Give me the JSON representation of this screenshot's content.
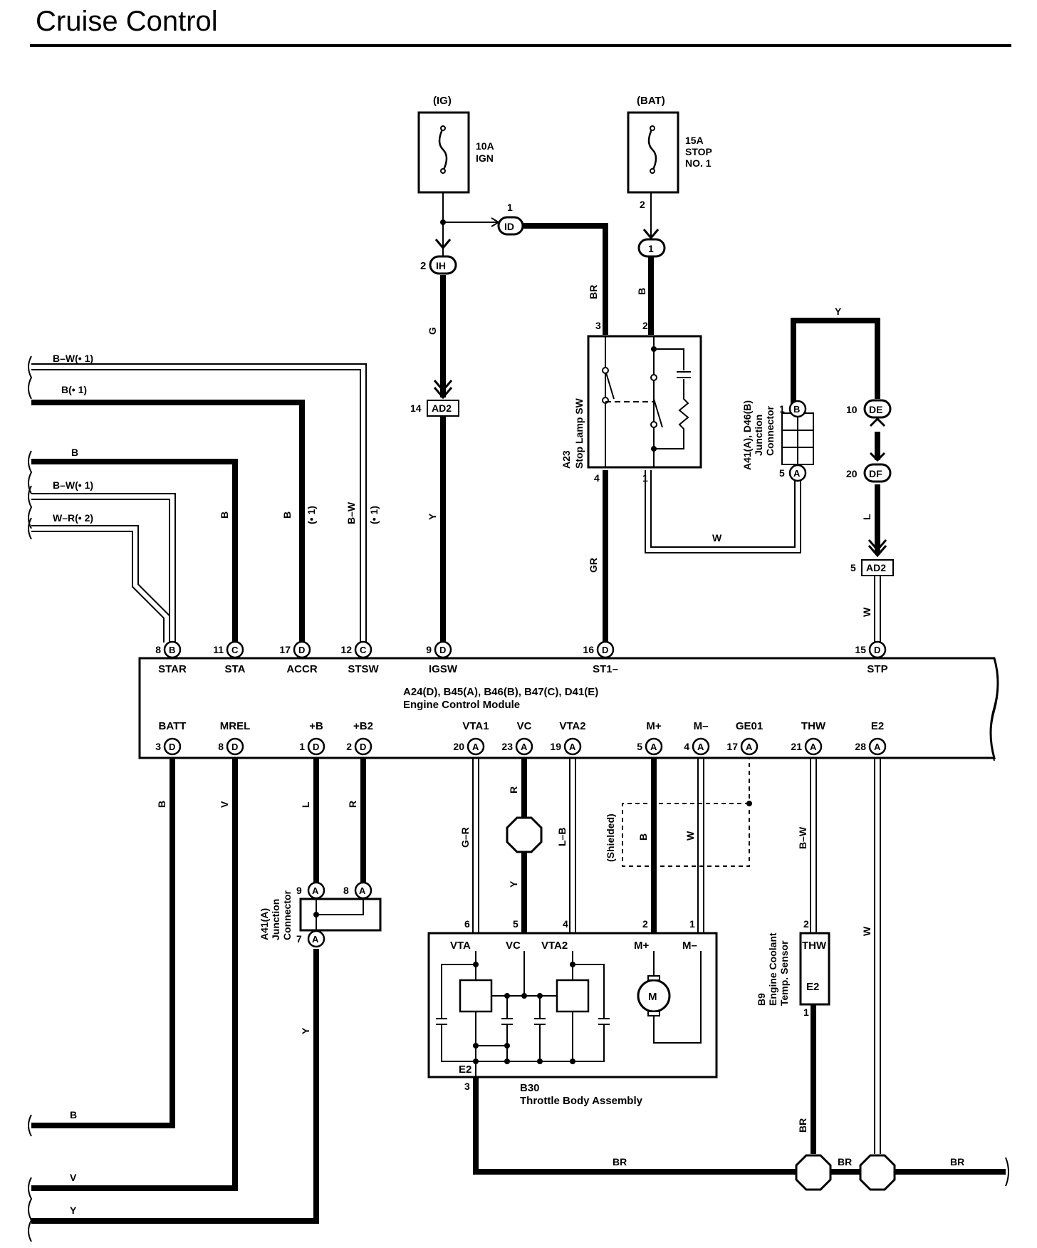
{
  "title": "Cruise Control",
  "sources": {
    "ig": "(IG)",
    "bat": "(BAT)",
    "fuse_ign_a": "10A",
    "fuse_ign_b": "IGN",
    "fuse_stop_a": "15A",
    "fuse_stop_b": "STOP",
    "fuse_stop_c": "NO. 1"
  },
  "connectors": {
    "id_pin": "1",
    "id": "ID",
    "ih_pin": "2",
    "ih": "IH",
    "one_pin": "2",
    "one": "1",
    "ad2_top_pin": "14",
    "ad2_top": "AD2",
    "ad2_right_pin": "5",
    "ad2_right": "AD2",
    "de_pin": "10",
    "de": "DE",
    "df_pin": "20",
    "df": "DF"
  },
  "wire_colors": {
    "g": "G",
    "y_ig": "Y",
    "br_top": "BR",
    "b_stop": "B",
    "gr": "GR",
    "w_stop": "W",
    "y_loop": "Y",
    "l_right": "L",
    "w_stp": "W",
    "b_sta": "B",
    "b_accr": "B",
    "accr_note": "(• 1)",
    "bw_stsw": "B–W",
    "stsw_note": "(• 1)"
  },
  "left_harness": [
    {
      "label": "B–W(• 1)"
    },
    {
      "label": "B(• 1)"
    },
    {
      "label": "B"
    },
    {
      "label": "B–W(• 1)"
    },
    {
      "label": "W–R(• 2)"
    }
  ],
  "stop_lamp_sw": {
    "code": "A23",
    "name": "Stop Lamp SW",
    "pin3": "3",
    "pin2": "2",
    "pin4": "4",
    "pin1": "1"
  },
  "jc_top": {
    "code": "A41(A), D46(B)",
    "name1": "Junction",
    "name2": "Connector",
    "pin_b_num": "1",
    "pin_b": "B",
    "pin_a_num": "5",
    "pin_a": "A"
  },
  "ecm": {
    "codes": "A24(D), B45(A), B46(B), B47(C), D41(E)",
    "name": "Engine Control Module",
    "top_pins": [
      {
        "num": "8",
        "conn": "B",
        "name": "STAR"
      },
      {
        "num": "11",
        "conn": "C",
        "name": "STA"
      },
      {
        "num": "17",
        "conn": "D",
        "name": "ACCR"
      },
      {
        "num": "12",
        "conn": "C",
        "name": "STSW"
      },
      {
        "num": "9",
        "conn": "D",
        "name": "IGSW"
      },
      {
        "num": "16",
        "conn": "D",
        "name": "ST1–"
      },
      {
        "num": "15",
        "conn": "D",
        "name": "STP"
      }
    ],
    "bottom_pins": [
      {
        "num": "3",
        "conn": "D",
        "name": "BATT"
      },
      {
        "num": "8",
        "conn": "D",
        "name": "MREL"
      },
      {
        "num": "1",
        "conn": "D",
        "name": "+B"
      },
      {
        "num": "2",
        "conn": "D",
        "name": "+B2"
      },
      {
        "num": "20",
        "conn": "A",
        "name": "VTA1"
      },
      {
        "num": "23",
        "conn": "A",
        "name": "VC"
      },
      {
        "num": "19",
        "conn": "A",
        "name": "VTA2"
      },
      {
        "num": "5",
        "conn": "A",
        "name": "M+"
      },
      {
        "num": "4",
        "conn": "A",
        "name": "M–"
      },
      {
        "num": "17",
        "conn": "A",
        "name": "GE01"
      },
      {
        "num": "21",
        "conn": "A",
        "name": "THW"
      },
      {
        "num": "28",
        "conn": "A",
        "name": "E2"
      }
    ]
  },
  "lower_wires": {
    "b_batt": "B",
    "v_mrel": "V",
    "l_b": "L",
    "r_b2": "R",
    "gr_vta1": "G–R",
    "r_vc": "R",
    "y_vc": "Y",
    "lb_vta2": "L–B",
    "shielded": "(Shielded)",
    "b_m": "B",
    "w_m": "W",
    "bw_thw": "B–W",
    "w_e2": "W",
    "y_jc": "Y",
    "br_sensor": "BR",
    "br_bus1": "BR",
    "br_bus2": "BR",
    "br_bus3": "BR",
    "b_bottom": "B",
    "v_bottom": "V",
    "y_bottom": "Y"
  },
  "jc_bottom": {
    "code": "A41(A)",
    "name1": "Junction",
    "name2": "Connector",
    "pin9": "9",
    "pin8": "8",
    "pin7": "7",
    "conn": "A"
  },
  "throttle": {
    "code": "B30",
    "name": "Throttle Body Assembly",
    "vta": "VTA",
    "vc": "VC",
    "vta2": "VTA2",
    "mplus": "M+",
    "mminus": "M–",
    "e2": "E2",
    "pin6": "6",
    "pin5": "5",
    "pin4": "4",
    "pin2": "2",
    "pin1": "1",
    "pin3": "3",
    "motor": "M"
  },
  "sensor": {
    "code": "B9",
    "name1": "Engine Coolant",
    "name2": "Temp. Sensor",
    "thw": "THW",
    "e2": "E2",
    "pin2": "2",
    "pin1": "1"
  }
}
